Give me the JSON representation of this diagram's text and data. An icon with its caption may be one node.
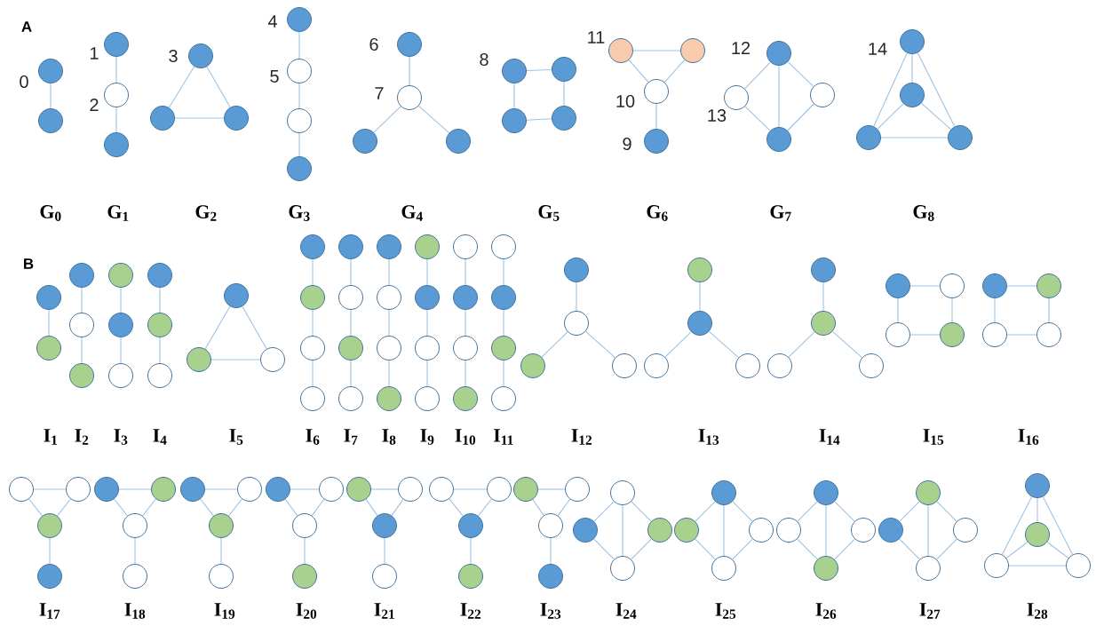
{
  "diagram": {
    "nodes": [
      {
        "text": [],
        "shape": "circle",
        "beside": [
          "0"
        ]
      },
      {
        "text": [],
        "shape": "circle"
      },
      {
        "text": [],
        "shape": "circle",
        "beside": [
          "1"
        ]
      },
      {
        "text": [],
        "shape": "circle",
        "beside": [
          "2"
        ]
      },
      {
        "text": [],
        "shape": "circle"
      },
      {
        "text": [],
        "shape": "circle",
        "beside": [
          "3"
        ]
      },
      {
        "text": [],
        "shape": "circle"
      },
      {
        "text": [],
        "shape": "circle"
      },
      {
        "text": [],
        "shape": "circle",
        "beside": [
          "4"
        ]
      },
      {
        "text": [],
        "shape": "circle",
        "beside": [
          "5"
        ]
      },
      {
        "text": [],
        "shape": "circle"
      },
      {
        "text": [],
        "shape": "circle"
      },
      {
        "text": [],
        "shape": "circle",
        "beside": [
          "6"
        ]
      },
      {
        "text": [],
        "shape": "circle",
        "beside": [
          "7"
        ]
      },
      {
        "text": [],
        "shape": "circle"
      },
      {
        "text": [],
        "shape": "circle"
      },
      {
        "text": [],
        "shape": "circle",
        "beside": [
          "8"
        ]
      },
      {
        "text": [],
        "shape": "circle"
      },
      {
        "text": [],
        "shape": "circle"
      },
      {
        "text": [],
        "shape": "circle"
      },
      {
        "text": [],
        "shape": "circle",
        "beside": [
          "11"
        ]
      },
      {
        "text": [],
        "shape": "circle"
      },
      {
        "text": [],
        "shape": "circle",
        "beside": [
          "10"
        ]
      },
      {
        "text": [],
        "shape": "circle",
        "beside": [
          "9"
        ]
      },
      {
        "text": [],
        "shape": "circle",
        "beside": [
          "12"
        ]
      },
      {
        "text": [],
        "shape": "circle",
        "beside": [
          "13"
        ]
      },
      {
        "text": [],
        "shape": "circle"
      },
      {
        "text": [],
        "shape": "circle"
      },
      {
        "text": [],
        "shape": "circle",
        "beside": [
          "14"
        ]
      },
      {
        "text": [],
        "shape": "circle"
      },
      {
        "text": [],
        "shape": "circle"
      },
      {
        "text": [],
        "shape": "circle"
      },
      {
        "text": [],
        "shape": "circle"
      },
      {
        "text": [],
        "shape": "circle"
      },
      {
        "text": [],
        "shape": "circle"
      },
      {
        "text": [],
        "shape": "circle"
      },
      {
        "text": [],
        "shape": "circle"
      },
      {
        "text": [],
        "shape": "circle"
      },
      {
        "text": [],
        "shape": "circle"
      },
      {
        "text": [],
        "shape": "circle"
      },
      {
        "text": [],
        "shape": "circle"
      },
      {
        "text": [],
        "shape": "circle"
      },
      {
        "text": [],
        "shape": "circle"
      },
      {
        "text": [],
        "shape": "circle"
      },
      {
        "text": [],
        "shape": "circle"
      },
      {
        "text": [],
        "shape": "circle"
      },
      {
        "text": [],
        "shape": "circle"
      },
      {
        "text": [],
        "shape": "circle"
      },
      {
        "text": [],
        "shape": "circle"
      },
      {
        "text": [],
        "shape": "circle"
      },
      {
        "text": [],
        "shape": "circle"
      },
      {
        "text": [],
        "shape": "circle"
      },
      {
        "text": [],
        "shape": "circle"
      },
      {
        "text": [],
        "shape": "circle"
      },
      {
        "text": [],
        "shape": "circle"
      },
      {
        "text": [],
        "shape": "circle"
      },
      {
        "text": [],
        "shape": "circle"
      },
      {
        "text": [],
        "shape": "circle"
      },
      {
        "text": [],
        "shape": "circle"
      },
      {
        "text": [],
        "shape": "circle"
      },
      {
        "text": [],
        "shape": "circle"
      },
      {
        "text": [],
        "shape": "circle"
      },
      {
        "text": [],
        "shape": "circle"
      },
      {
        "text": [],
        "shape": "circle"
      },
      {
        "text": [],
        "shape": "circle"
      },
      {
        "text": [],
        "shape": "circle"
      },
      {
        "text": [],
        "shape": "circle"
      },
      {
        "text": [],
        "shape": "circle"
      },
      {
        "text": [],
        "shape": "circle"
      },
      {
        "text": [],
        "shape": "circle"
      },
      {
        "text": [],
        "shape": "circle"
      },
      {
        "text": [],
        "shape": "circle"
      },
      {
        "text": [],
        "shape": "circle"
      },
      {
        "text": [],
        "shape": "circle"
      },
      {
        "text": [],
        "shape": "circle"
      },
      {
        "text": [],
        "shape": "circle"
      },
      {
        "text": [],
        "shape": "circle"
      },
      {
        "text": [],
        "shape": "circle"
      },
      {
        "text": [],
        "shape": "circle"
      },
      {
        "text": [],
        "shape": "circle"
      },
      {
        "text": [],
        "shape": "circle"
      },
      {
        "text": [],
        "shape": "circle"
      },
      {
        "text": [],
        "shape": "circle"
      },
      {
        "text": [],
        "shape": "circle"
      },
      {
        "text": [],
        "shape": "circle"
      },
      {
        "text": [],
        "shape": "circle"
      },
      {
        "text": [],
        "shape": "circle"
      },
      {
        "text": [],
        "shape": "circle"
      },
      {
        "text": [],
        "shape": "circle"
      },
      {
        "text": [],
        "shape": "circle"
      },
      {
        "text": [],
        "shape": "circle"
      },
      {
        "text": [],
        "shape": "circle"
      },
      {
        "text": [],
        "shape": "circle"
      },
      {
        "text": [],
        "shape": "circle"
      },
      {
        "text": [],
        "shape": "circle"
      },
      {
        "text": [],
        "shape": "circle"
      },
      {
        "text": [],
        "shape": "circle"
      },
      {
        "text": [],
        "shape": "circle"
      },
      {
        "text": [],
        "shape": "circle"
      },
      {
        "text": [],
        "shape": "circle"
      },
      {
        "text": [],
        "shape": "circle"
      },
      {
        "text": [],
        "shape": "circle"
      },
      {
        "text": [],
        "shape": "circle"
      },
      {
        "text": [],
        "shape": "circle"
      },
      {
        "text": [],
        "shape": "circle"
      },
      {
        "text": [],
        "shape": "circle"
      },
      {
        "text": [],
        "shape": "circle"
      },
      {
        "text": [],
        "shape": "circle"
      },
      {
        "text": [],
        "shape": "circle"
      },
      {
        "text": [],
        "shape": "circle"
      },
      {
        "text": [],
        "shape": "circle"
      },
      {
        "text": [],
        "shape": "circle"
      },
      {
        "text": [],
        "shape": "circle"
      },
      {
        "text": [],
        "shape": "circle"
      },
      {
        "text": [],
        "shape": "circle"
      },
      {
        "text": [],
        "shape": "circle"
      },
      {
        "text": [],
        "shape": "circle"
      },
      {
        "text": [],
        "shape": "circle"
      },
      {
        "text": [],
        "shape": "circle"
      },
      {
        "text": [],
        "shape": "circle"
      },
      {
        "text": [],
        "shape": "circle"
      },
      {
        "text": [],
        "shape": "circle"
      },
      {
        "text": [],
        "shape": "circle"
      },
      {
        "text": [],
        "shape": "circle"
      },
      {
        "text": [],
        "shape": "circle"
      },
      {
        "text": [],
        "shape": "circle"
      },
      {
        "text": [],
        "shape": "circle"
      },
      {
        "text": [],
        "shape": "circle"
      },
      {
        "text": [],
        "shape": "circle"
      },
      {
        "text": [],
        "shape": "circle"
      },
      {
        "text": [],
        "shape": "circle"
      },
      {
        "text": [],
        "shape": "circle"
      },
      {
        "text": [],
        "shape": "circle"
      },
      {
        "text": [],
        "shape": "circle"
      },
      {
        "text": [],
        "shape": "circle"
      },
      {
        "text": [],
        "shape": "circle"
      },
      {
        "text": [],
        "shape": "circle"
      },
      {
        "text": [],
        "shape": "circle"
      }
    ],
    "edges": [
      {
        "from": 0,
        "to": 1,
        "arrow": "none"
      },
      {
        "from": 2,
        "to": 3,
        "arrow": "none"
      },
      {
        "from": 3,
        "to": 4,
        "arrow": "none"
      },
      {
        "from": 5,
        "to": 6,
        "arrow": "none"
      },
      {
        "from": 5,
        "to": 7,
        "arrow": "none"
      },
      {
        "from": 6,
        "to": 7,
        "arrow": "none"
      },
      {
        "from": 8,
        "to": 9,
        "arrow": "none"
      },
      {
        "from": 9,
        "to": 10,
        "arrow": "none"
      },
      {
        "from": 10,
        "to": 11,
        "arrow": "none"
      },
      {
        "from": 12,
        "to": 13,
        "arrow": "none"
      },
      {
        "from": 13,
        "to": 14,
        "arrow": "none"
      },
      {
        "from": 13,
        "to": 15,
        "arrow": "none"
      },
      {
        "from": 16,
        "to": 17,
        "arrow": "none"
      },
      {
        "from": 16,
        "to": 18,
        "arrow": "none"
      },
      {
        "from": 17,
        "to": 19,
        "arrow": "none"
      },
      {
        "from": 18,
        "to": 19,
        "arrow": "none"
      },
      {
        "from": 20,
        "to": 21,
        "arrow": "none"
      },
      {
        "from": 20,
        "to": 22,
        "arrow": "none"
      },
      {
        "from": 21,
        "to": 22,
        "arrow": "none"
      },
      {
        "from": 22,
        "to": 23,
        "arrow": "none"
      },
      {
        "from": 24,
        "to": 25,
        "arrow": "none"
      },
      {
        "from": 24,
        "to": 26,
        "arrow": "none"
      },
      {
        "from": 24,
        "to": 27,
        "arrow": "none"
      },
      {
        "from": 25,
        "to": 27,
        "arrow": "none"
      },
      {
        "from": 26,
        "to": 27,
        "arrow": "none"
      },
      {
        "from": 28,
        "to": 29,
        "arrow": "none"
      },
      {
        "from": 28,
        "to": 30,
        "arrow": "none"
      },
      {
        "from": 28,
        "to": 31,
        "arrow": "none"
      },
      {
        "from": 29,
        "to": 30,
        "arrow": "none"
      },
      {
        "from": 29,
        "to": 31,
        "arrow": "none"
      },
      {
        "from": 30,
        "to": 31,
        "arrow": "none"
      },
      {
        "from": 32,
        "to": 33,
        "arrow": "none"
      },
      {
        "from": 34,
        "to": 35,
        "arrow": "none"
      },
      {
        "from": 35,
        "to": 36,
        "arrow": "none"
      },
      {
        "from": 37,
        "to": 38,
        "arrow": "none"
      },
      {
        "from": 38,
        "to": 39,
        "arrow": "none"
      },
      {
        "from": 40,
        "to": 41,
        "arrow": "none"
      },
      {
        "from": 41,
        "to": 42,
        "arrow": "none"
      },
      {
        "from": 43,
        "to": 44,
        "arrow": "none"
      },
      {
        "from": 43,
        "to": 45,
        "arrow": "none"
      },
      {
        "from": 44,
        "to": 45,
        "arrow": "none"
      },
      {
        "from": 46,
        "to": 47,
        "arrow": "none"
      },
      {
        "from": 47,
        "to": 48,
        "arrow": "none"
      },
      {
        "from": 48,
        "to": 49,
        "arrow": "none"
      },
      {
        "from": 50,
        "to": 51,
        "arrow": "none"
      },
      {
        "from": 51,
        "to": 52,
        "arrow": "none"
      },
      {
        "from": 52,
        "to": 53,
        "arrow": "none"
      },
      {
        "from": 54,
        "to": 55,
        "arrow": "none"
      },
      {
        "from": 55,
        "to": 56,
        "arrow": "none"
      },
      {
        "from": 56,
        "to": 57,
        "arrow": "none"
      },
      {
        "from": 58,
        "to": 59,
        "arrow": "none"
      },
      {
        "from": 59,
        "to": 60,
        "arrow": "none"
      },
      {
        "from": 60,
        "to": 61,
        "arrow": "none"
      },
      {
        "from": 62,
        "to": 63,
        "arrow": "none"
      },
      {
        "from": 63,
        "to": 64,
        "arrow": "none"
      },
      {
        "from": 64,
        "to": 65,
        "arrow": "none"
      },
      {
        "from": 66,
        "to": 67,
        "arrow": "none"
      },
      {
        "from": 67,
        "to": 68,
        "arrow": "none"
      },
      {
        "from": 68,
        "to": 69,
        "arrow": "none"
      },
      {
        "from": 70,
        "to": 71,
        "arrow": "none"
      },
      {
        "from": 71,
        "to": 72,
        "arrow": "none"
      },
      {
        "from": 71,
        "to": 73,
        "arrow": "none"
      },
      {
        "from": 74,
        "to": 75,
        "arrow": "none"
      },
      {
        "from": 75,
        "to": 76,
        "arrow": "none"
      },
      {
        "from": 75,
        "to": 77,
        "arrow": "none"
      },
      {
        "from": 78,
        "to": 79,
        "arrow": "none"
      },
      {
        "from": 79,
        "to": 80,
        "arrow": "none"
      },
      {
        "from": 79,
        "to": 81,
        "arrow": "none"
      },
      {
        "from": 82,
        "to": 83,
        "arrow": "none"
      },
      {
        "from": 82,
        "to": 84,
        "arrow": "none"
      },
      {
        "from": 83,
        "to": 85,
        "arrow": "none"
      },
      {
        "from": 84,
        "to": 85,
        "arrow": "none"
      },
      {
        "from": 86,
        "to": 87,
        "arrow": "none"
      },
      {
        "from": 86,
        "to": 88,
        "arrow": "none"
      },
      {
        "from": 87,
        "to": 89,
        "arrow": "none"
      },
      {
        "from": 88,
        "to": 89,
        "arrow": "none"
      },
      {
        "from": 90,
        "to": 91,
        "arrow": "none"
      },
      {
        "from": 90,
        "to": 92,
        "arrow": "none"
      },
      {
        "from": 91,
        "to": 92,
        "arrow": "none"
      },
      {
        "from": 92,
        "to": 93,
        "arrow": "none"
      },
      {
        "from": 94,
        "to": 95,
        "arrow": "none"
      },
      {
        "from": 94,
        "to": 96,
        "arrow": "none"
      },
      {
        "from": 95,
        "to": 96,
        "arrow": "none"
      },
      {
        "from": 96,
        "to": 97,
        "arrow": "none"
      },
      {
        "from": 98,
        "to": 99,
        "arrow": "none"
      },
      {
        "from": 98,
        "to": 100,
        "arrow": "none"
      },
      {
        "from": 99,
        "to": 100,
        "arrow": "none"
      },
      {
        "from": 100,
        "to": 101,
        "arrow": "none"
      },
      {
        "from": 102,
        "to": 103,
        "arrow": "none"
      },
      {
        "from": 102,
        "to": 104,
        "arrow": "none"
      },
      {
        "from": 103,
        "to": 104,
        "arrow": "none"
      },
      {
        "from": 104,
        "to": 105,
        "arrow": "none"
      },
      {
        "from": 106,
        "to": 107,
        "arrow": "none"
      },
      {
        "from": 106,
        "to": 108,
        "arrow": "none"
      },
      {
        "from": 107,
        "to": 108,
        "arrow": "none"
      },
      {
        "from": 108,
        "to": 109,
        "arrow": "none"
      },
      {
        "from": 110,
        "to": 111,
        "arrow": "none"
      },
      {
        "from": 110,
        "to": 112,
        "arrow": "none"
      },
      {
        "from": 111,
        "to": 112,
        "arrow": "none"
      },
      {
        "from": 112,
        "to": 113,
        "arrow": "none"
      },
      {
        "from": 114,
        "to": 115,
        "arrow": "none"
      },
      {
        "from": 114,
        "to": 116,
        "arrow": "none"
      },
      {
        "from": 115,
        "to": 116,
        "arrow": "none"
      },
      {
        "from": 116,
        "to": 117,
        "arrow": "none"
      },
      {
        "from": 118,
        "to": 119,
        "arrow": "none"
      },
      {
        "from": 118,
        "to": 120,
        "arrow": "none"
      },
      {
        "from": 118,
        "to": 121,
        "arrow": "none"
      },
      {
        "from": 119,
        "to": 121,
        "arrow": "none"
      },
      {
        "from": 120,
        "to": 121,
        "arrow": "none"
      },
      {
        "from": 122,
        "to": 123,
        "arrow": "none"
      },
      {
        "from": 122,
        "to": 124,
        "arrow": "none"
      },
      {
        "from": 122,
        "to": 125,
        "arrow": "none"
      },
      {
        "from": 123,
        "to": 125,
        "arrow": "none"
      },
      {
        "from": 124,
        "to": 125,
        "arrow": "none"
      },
      {
        "from": 126,
        "to": 127,
        "arrow": "none"
      },
      {
        "from": 126,
        "to": 128,
        "arrow": "none"
      },
      {
        "from": 126,
        "to": 129,
        "arrow": "none"
      },
      {
        "from": 127,
        "to": 129,
        "arrow": "none"
      },
      {
        "from": 128,
        "to": 129,
        "arrow": "none"
      },
      {
        "from": 130,
        "to": 131,
        "arrow": "none"
      },
      {
        "from": 130,
        "to": 132,
        "arrow": "none"
      },
      {
        "from": 130,
        "to": 133,
        "arrow": "none"
      },
      {
        "from": 131,
        "to": 133,
        "arrow": "none"
      },
      {
        "from": 132,
        "to": 133,
        "arrow": "none"
      },
      {
        "from": 134,
        "to": 135,
        "arrow": "none"
      },
      {
        "from": 134,
        "to": 136,
        "arrow": "none"
      },
      {
        "from": 134,
        "to": 137,
        "arrow": "none"
      },
      {
        "from": 135,
        "to": 136,
        "arrow": "none"
      },
      {
        "from": 135,
        "to": 137,
        "arrow": "none"
      },
      {
        "from": 136,
        "to": 137,
        "arrow": "none"
      }
    ],
    "labels": [
      "A",
      "G$_{0}$",
      "G$_{1}$",
      "G$_{2}$",
      "G$_{3}$",
      "G$_{4}$",
      "G$_{5}$",
      "G$_{6}$",
      "G$_{7}$",
      "G$_{8}$",
      "B",
      "I$_{1}$",
      "I$_{2}$",
      "I$_{3}$",
      "I$_{4}$",
      "I$_{5}$",
      "I$_{6}$",
      "I$_{7}$",
      "I$_{8}$",
      "I$_{9}$",
      "I$_{10}$",
      "I$_{11}$",
      "I$_{12}$",
      "I$_{13}$",
      "I$_{14}$",
      "I$_{15}$",
      "I$_{16}$",
      "I$_{17}$",
      "I$_{18}$",
      "I$_{19}$",
      "I$_{20}$",
      "I$_{21}$",
      "I$_{22}$",
      "I$_{23}$",
      "I$_{24}$",
      "I$_{25}$",
      "I$_{26}$",
      "I$_{27}$",
      "I$_{28}$"
    ]
  }
}
